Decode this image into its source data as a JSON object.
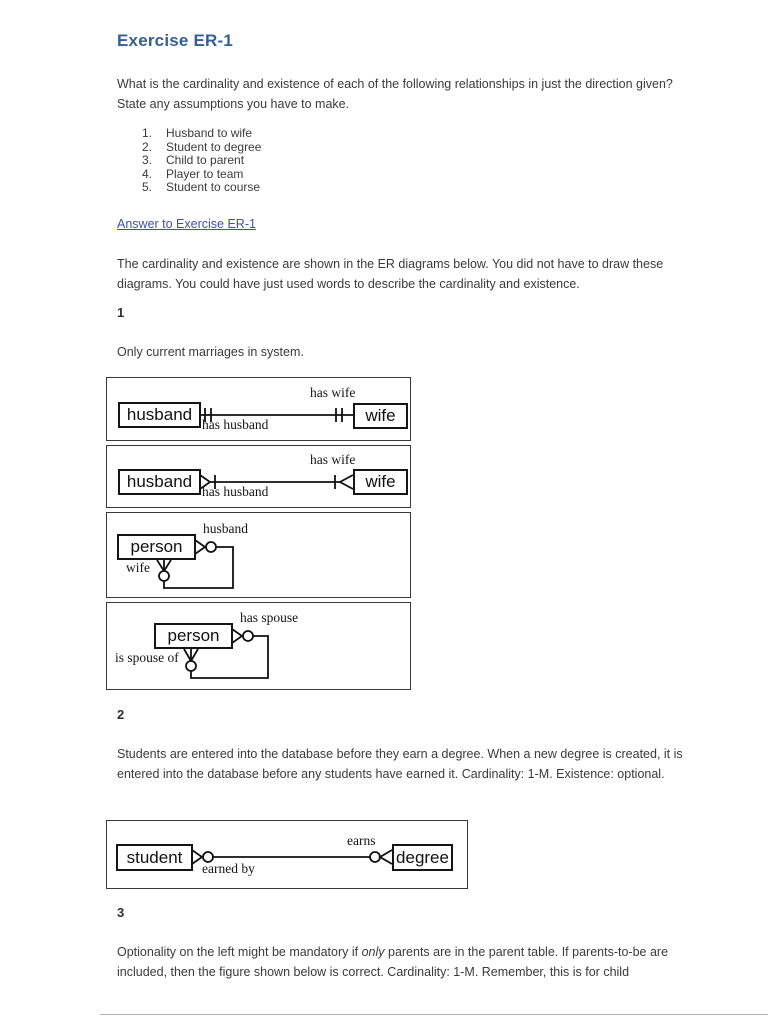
{
  "page": {
    "title": "Exercise ER-1",
    "intro": "What is the cardinality and existence of each of the following relationships in just the direction given? State any assumptions you have to make.",
    "list": [
      {
        "num": "1.",
        "label": "Husband to wife"
      },
      {
        "num": "2.",
        "label": "Student to degree"
      },
      {
        "num": "3.",
        "label": "Child to parent"
      },
      {
        "num": "4.",
        "label": "Player to team"
      },
      {
        "num": "5.",
        "label": "Student to course"
      }
    ],
    "answer_link": "Answer to Exercise ER-1",
    "answer_intro": "The cardinality and existence are shown in the ER diagrams below. You did not have to draw these diagrams. You could have just used words to describe the cardinality and existence.",
    "section1": {
      "num": "1",
      "caption": "Only current marriages in system."
    },
    "section2": {
      "num": "2",
      "para": "Students are entered into the database before they earn a degree. When a new degree is created, it is entered into the database before any students have earned it. Cardinality: 1-M. Existence: optional."
    },
    "section3": {
      "num": "3",
      "para_before": "Optionality on the left might be mandatory if ",
      "para_italic": "only",
      "para_after": " parents are in the parent table. If parents-to-be are included, then the figure shown below is correct. Cardinality: 1-M. Remember, this is for child"
    }
  },
  "colors": {
    "heading": "#365f91",
    "link": "#3f51a3",
    "body_text": "#3a3a3a",
    "diagram_ink": "#111111"
  },
  "figure1": {
    "cells": [
      {
        "left_entity": "husband",
        "right_entity": "wife",
        "top_label": "has wife",
        "bottom_label": "has husband",
        "left_symbol": "one-and-only-one (two ticks)",
        "right_symbol": "one-and-only-one (two ticks)"
      },
      {
        "left_entity": "husband",
        "right_entity": "wife",
        "top_label": "has wife",
        "bottom_label": "has husband",
        "left_symbol": "crow-foot and tick",
        "right_symbol": "tick and crow-foot"
      },
      {
        "entity": "person",
        "right_label": "husband",
        "bottom_label": "wife",
        "right_symbol": "crow-foot and optional circle",
        "bottom_symbol": "crow-foot and optional circle"
      },
      {
        "entity": "person",
        "right_label": "has spouse",
        "bottom_label": "is spouse of",
        "right_symbol": "crow-foot and optional circle",
        "bottom_symbol": "crow-foot and optional circle"
      }
    ]
  },
  "figure2": {
    "left_entity": "student",
    "right_entity": "degree",
    "top_label": "earns",
    "bottom_label": "earned by",
    "left_symbol": "crow-foot and optional circle",
    "right_symbol": "optional circle and crow-foot"
  }
}
